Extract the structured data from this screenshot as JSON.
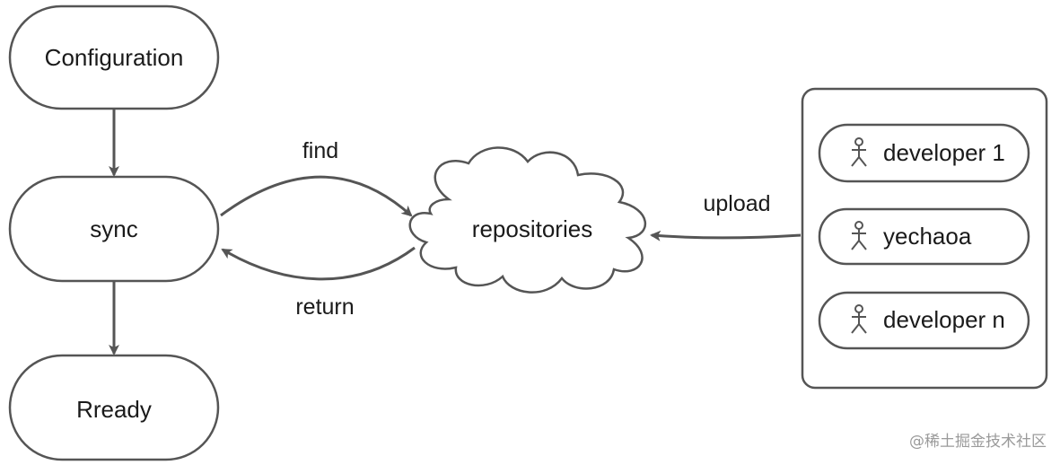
{
  "nodes": {
    "configuration": "Configuration",
    "sync": "sync",
    "ready": "Rready",
    "repositories": "repositories"
  },
  "edges": {
    "find": "find",
    "return": "return",
    "upload": "upload"
  },
  "developers": [
    {
      "label": "developer 1"
    },
    {
      "label": "yechaoa"
    },
    {
      "label": "developer n"
    }
  ],
  "watermark": "@稀土掘金技术社区",
  "colors": {
    "stroke": "#555555",
    "text": "#1a1a1a",
    "watermark": "#9a9a9a"
  },
  "icons": {
    "developer": "person-icon"
  }
}
